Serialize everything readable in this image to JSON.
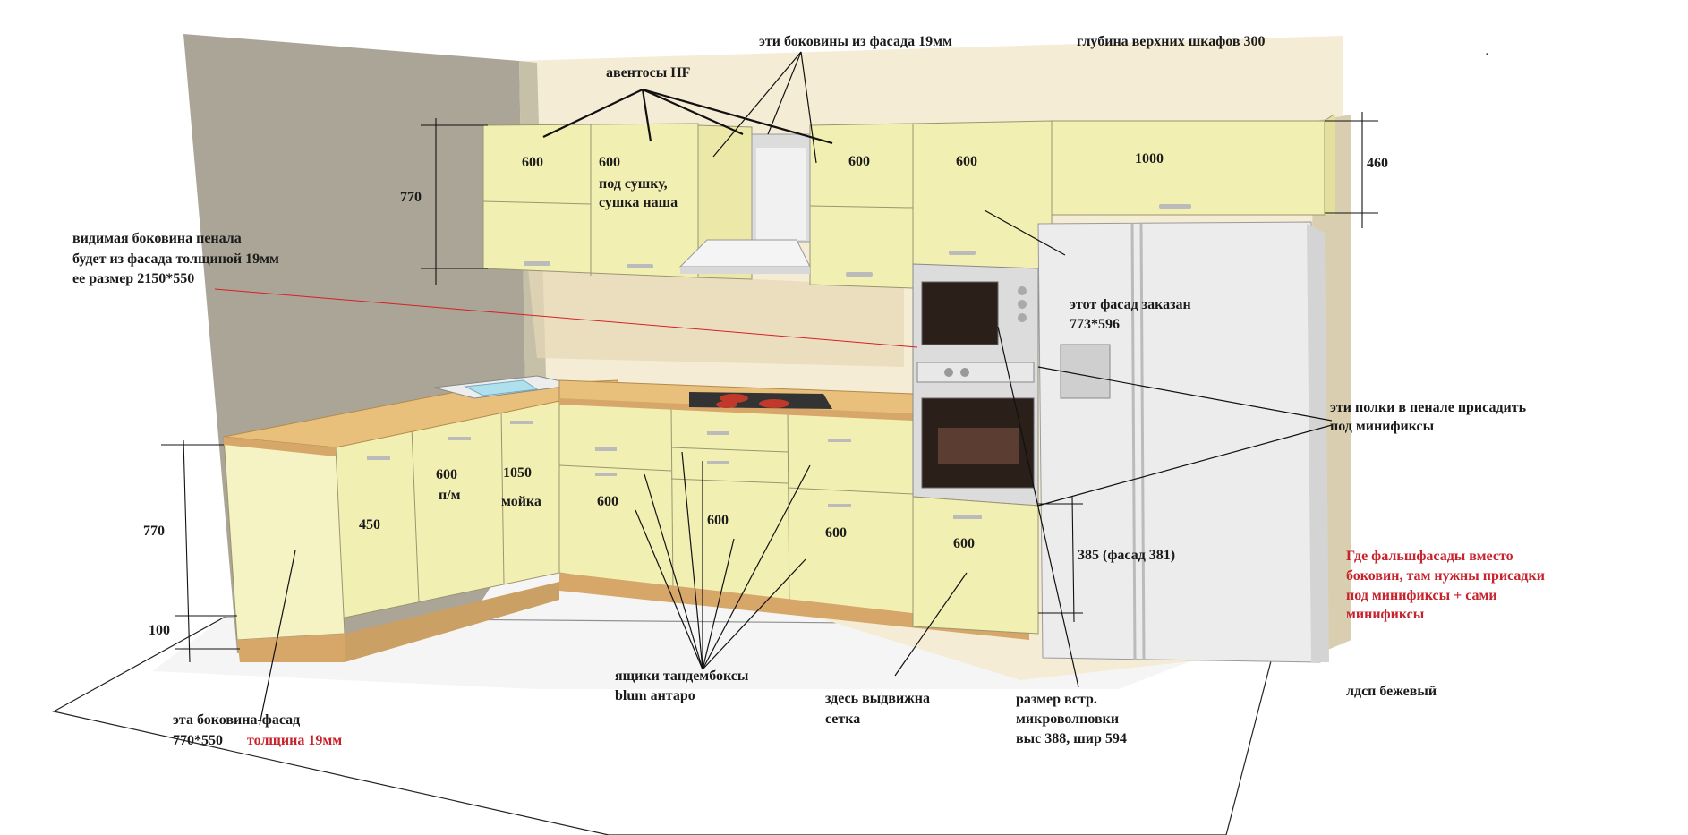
{
  "colors": {
    "wall_left": "#aaa596",
    "wall_back": "#f4ecd4",
    "cabinet": "#f2efb3",
    "cabinet_shade": "#e3df9c",
    "countertop": "#e8c07c",
    "plinth": "#d7a76a",
    "fridge": "#ececec",
    "annotation_red": "#c8222c",
    "line_black": "#111111"
  },
  "dimensions": {
    "upper_600_a": "600",
    "upper_600_b": "600",
    "upper_600_c": "600",
    "upper_600_d": "600",
    "upper_1000": "1000",
    "upper_height_770": "770",
    "right_460": "460",
    "base_450": "450",
    "base_600pm": "600",
    "base_600pm_unit": "п/м",
    "base_1050": "1050",
    "base_sink": "мойка",
    "base_600_a": "600",
    "base_600_b": "600",
    "base_600_c": "600",
    "base_600_d": "600",
    "base_height_770": "770",
    "plinth_100": "100",
    "cabinet_385": "385  (фасад 381)"
  },
  "notes": {
    "aventos": "авентосы HF",
    "sides_19": "эти боковины из фасада 19мм",
    "upper_depth": "глубина верхних шкафов 300",
    "dryer_line1": "под сушку,",
    "dryer_line2": "сушка наша",
    "pencil_side_1": "видимая боковина пенала",
    "pencil_side_2": "будет из фасада толщиной 19мм",
    "pencil_side_3": "ее размер 2150*550",
    "facade_ordered_1": "этот фасад заказан",
    "facade_ordered_2": "773*596",
    "shelves_1": "эти полки в пенале присадить",
    "shelves_2": "под минификсы",
    "false_facades_1": "Где фальшфасады вместо",
    "false_facades_2": "боковин, там нужны присадки",
    "false_facades_3": "под минификсы + сами",
    "false_facades_4": "минификсы",
    "ldsp": "лдсп бежевый",
    "drawers_1": "ящики тандембоксы",
    "drawers_2": "blum антаро",
    "basket_1": "здесь выдвижна",
    "basket_2": "сетка",
    "microwave_1": "размер встр.",
    "microwave_2": "микроволновки",
    "microwave_3": "выс 388, шир 594",
    "side_facade_1": "эта боковина-фасад",
    "side_facade_2": "770*550",
    "side_facade_3": "толщина 19мм",
    "dot": "."
  }
}
